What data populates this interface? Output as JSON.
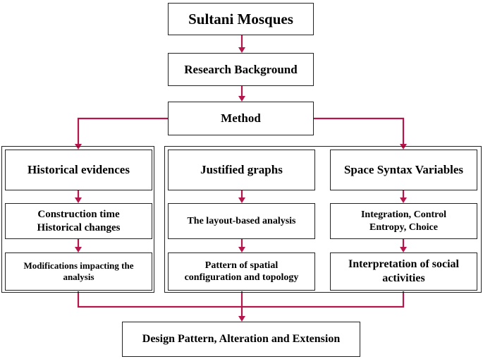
{
  "nodes": {
    "sultani": "Sultani Mosques",
    "research": "Research Background",
    "method": "Method",
    "historical": "Historical  evidences",
    "construction": "Construction time\nHistorical changes",
    "modifications": "Modifications impacting  the\nanalysis",
    "justified": "Justified  graphs",
    "layout": "The layout-based analysis",
    "pattern": "Pattern of spatial\nconfiguration and topology",
    "syntax": "Space Syntax Variables",
    "integration": "Integration, Control\nEntropy, Choice",
    "interpretation": "Interpretation  of social\nactivities",
    "design": "Design Pattern, Alteration  and Extension"
  },
  "colors": {
    "connector": "#b5174d",
    "border": "#222222",
    "background": "#ffffff"
  }
}
